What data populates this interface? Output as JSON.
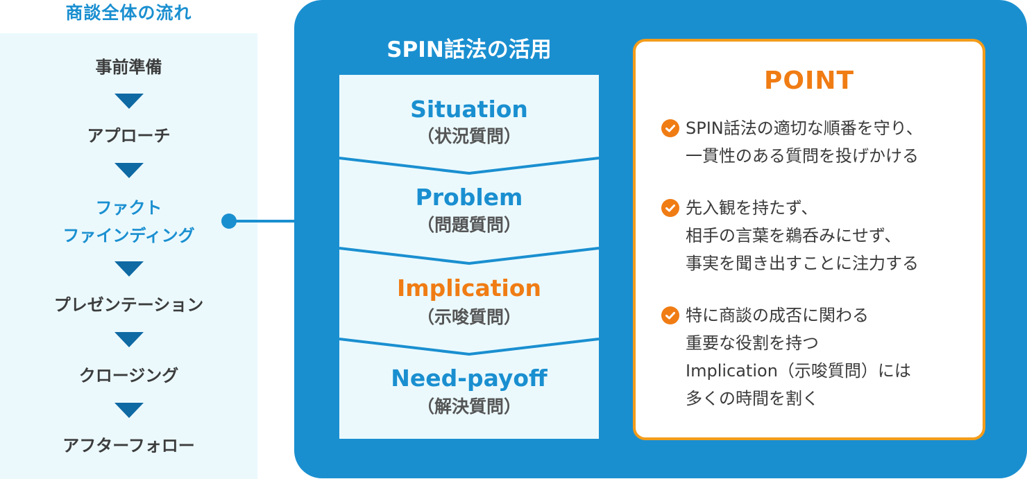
{
  "flow": {
    "title": "商談全体の流れ",
    "steps": [
      {
        "lines": [
          "事前準備"
        ],
        "highlighted": false
      },
      {
        "lines": [
          "アプローチ"
        ],
        "highlighted": false
      },
      {
        "lines": [
          "ファクト",
          "ファインディング"
        ],
        "highlighted": true
      },
      {
        "lines": [
          "プレゼンテーション"
        ],
        "highlighted": false
      },
      {
        "lines": [
          "クロージング"
        ],
        "highlighted": false
      },
      {
        "lines": [
          "アフターフォロー"
        ],
        "highlighted": false
      }
    ],
    "arrow_icon": "down-triangle"
  },
  "spin": {
    "title": "SPIN話法の活用",
    "steps": [
      {
        "name": "Situation",
        "ja": "（状況質問）",
        "accent": false
      },
      {
        "name": "Problem",
        "ja": "（問題質問）",
        "accent": false
      },
      {
        "name": "Implication",
        "ja": "（示唆質問）",
        "accent": true
      },
      {
        "name": "Need-payoff",
        "ja": "（解決質問）",
        "accent": false
      }
    ]
  },
  "point": {
    "title": "POINT",
    "items": [
      {
        "icon": "check-circle",
        "lines": [
          "SPIN話法の適切な順番を守り、",
          "一貫性のある質問を投げかける"
        ]
      },
      {
        "icon": "check-circle",
        "lines": [
          "先入観を持たず、",
          "相手の言葉を鵜呑みにせず、",
          "事実を聞き出すことに注力する"
        ]
      },
      {
        "icon": "check-circle",
        "lines": [
          "特に商談の成否に関わる",
          "重要な役割を持つ",
          "Implication（示唆質問）には",
          "多くの時間を割く"
        ]
      }
    ]
  },
  "colors": {
    "primary_blue": "#1a8fd0",
    "light_panel": "#ebf9fd",
    "arrow_blue": "#0f69a3",
    "accent_orange": "#f07c14",
    "border_orange": "#f39c1b",
    "text_dark": "#3c3c3c",
    "text_gray": "#555555"
  }
}
